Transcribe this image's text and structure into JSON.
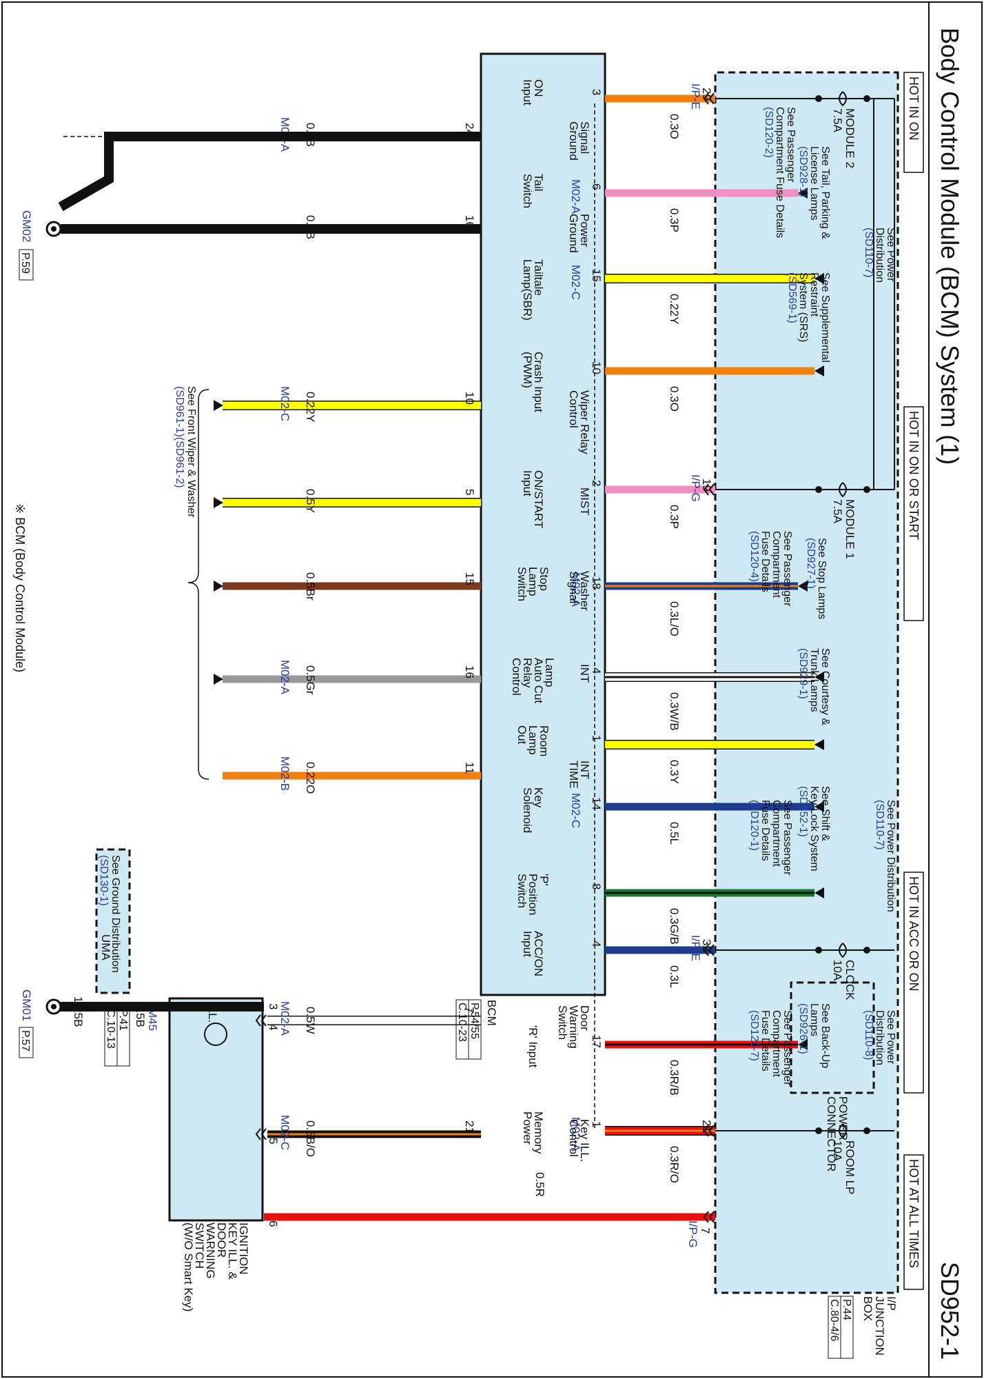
{
  "title": "Body Control Module (BCM) System (1)",
  "page_id": "SD952-1",
  "footnote": "※ BCM (Body Control Module)",
  "hot_labels": [
    "HOT IN ON",
    "HOT IN ON OR START",
    "HOT IN ACC OR ON",
    "HOT AT ALL TIMES"
  ],
  "junction_box": {
    "name": [
      "I/P",
      "JUNCTION",
      "BOX"
    ],
    "ref": [
      "P.44",
      "C.80-4/6"
    ],
    "power_connector": [
      "POWER",
      "CONNECTOR"
    ]
  },
  "bcm": {
    "name": "BCM",
    "ref": [
      "P.54/55",
      "C.10-23"
    ]
  },
  "fuses": [
    {
      "name": "MODULE 2",
      "rating": "7.5A"
    },
    {
      "name": "MODULE 1",
      "rating": "7.5A"
    },
    {
      "name": "CLOCK",
      "rating": "10A"
    },
    {
      "name": "ROOM LP",
      "rating": "10A"
    }
  ],
  "see_refs": [
    {
      "text": [
        "See Power",
        "Distribution"
      ],
      "ref": "(SD110-7)"
    },
    {
      "text": [
        "See Passenger",
        "Compartment Fuse Details"
      ],
      "ref": "(SD120-2)"
    },
    {
      "text": [
        "See Passenger",
        "Compartment",
        "Fuse Details"
      ],
      "ref": "(SD120-4)"
    },
    {
      "text": [
        "See Power Distribution"
      ],
      "ref": "(SD110-7)"
    },
    {
      "text": [
        "See Passenger",
        "Compartment",
        "Fuse Details"
      ],
      "ref": "(SD120-1)"
    },
    {
      "text": [
        "See Power",
        "Distribution"
      ],
      "ref": "(SD110-8)"
    },
    {
      "text": [
        "See Passenger",
        "Compartment",
        "Fuse Details"
      ],
      "ref": "(SD120-7)"
    },
    {
      "text": [
        "See Tail, Parking &",
        "License Lamps"
      ],
      "ref": "(SD928-1)"
    },
    {
      "text": [
        "See Supplemental",
        "Restraint",
        "System (SRS)"
      ],
      "ref": "(SD569-1)"
    },
    {
      "text": [
        "See Stop Lamps"
      ],
      "ref": "(SD927-1)"
    },
    {
      "text": [
        "See Courtesy &",
        "Trunk Lamps"
      ],
      "ref": "(SD929-1)"
    },
    {
      "text": [
        "See Shift &",
        "Key Lock System"
      ],
      "ref": "(SD452-1)"
    },
    {
      "text": [
        "See Back-Up",
        "Lamps"
      ],
      "ref": "(SD926-1)"
    },
    {
      "text": [
        "See Front Wiper & Washer"
      ],
      "ref": "(SD961-1)(SD961-2)"
    },
    {
      "text": [
        "See Ground Distribution"
      ],
      "ref": "(SD130-1)"
    }
  ],
  "upper_pins": [
    {
      "label": [
        "ON",
        "Input"
      ],
      "pin": "3",
      "wire": "0.3O",
      "conn": "",
      "jb_pin": "29",
      "jb_conn": "I/P-E"
    },
    {
      "label": [
        "Tail",
        "Switch"
      ],
      "pin": "6",
      "wire": "0.3P",
      "conn": "M02-A"
    },
    {
      "label": [
        "Tailtale",
        "Lamp(SBR)"
      ],
      "pin": "15",
      "wire": "0.22Y",
      "conn": "M02-C"
    },
    {
      "label": [
        "Crash Input",
        "(PWM)"
      ],
      "pin": "10",
      "wire": "0.3O",
      "conn": ""
    },
    {
      "label": [
        "ON/START",
        "Input"
      ],
      "pin": "2",
      "wire": "0.3P",
      "conn": "",
      "jb_pin": "19",
      "jb_conn": "I/P-G"
    },
    {
      "label": [
        "Stop",
        "Lamp",
        "Switch"
      ],
      "pin": "18",
      "wire": "0.3L/O",
      "conn": "M02-A"
    },
    {
      "label": [
        "Lamp",
        "Auto Cut",
        "Relay",
        "Control"
      ],
      "pin": "4",
      "wire": "0.3W/B",
      "conn": ""
    },
    {
      "label": [
        "Room",
        "Lamp",
        "Out"
      ],
      "pin": "1",
      "wire": "0.3Y",
      "conn": ""
    },
    {
      "label": [
        "Key",
        "Solenoid"
      ],
      "pin": "14",
      "wire": "0.5L",
      "conn": "M02-C"
    },
    {
      "label": [
        "'P'",
        "Position",
        "Switch"
      ],
      "pin": "8",
      "wire": "0.3G/B",
      "conn": ""
    },
    {
      "label": [
        "ACC/ON",
        "Input"
      ],
      "pin": "4",
      "wire": "0.3L",
      "conn": "",
      "jb_pin": "32",
      "jb_conn": "I/P-E"
    },
    {
      "label": [
        "'R' Input"
      ],
      "pin": "17",
      "wire": "0.3R/B",
      "conn": ""
    },
    {
      "label": [
        "Memory",
        "Power"
      ],
      "pin": "1",
      "wire": "0.3R/O",
      "conn": "M02-A",
      "jb_pin": "21",
      "jb_conn": ""
    }
  ],
  "lower_pins": [
    {
      "label": [
        "Signal",
        "Ground"
      ],
      "pin": "24",
      "wire": "0.5B",
      "conn": "M02-A"
    },
    {
      "label": [
        "Power",
        "Ground"
      ],
      "pin": "16",
      "wire": "0.5B",
      "conn": ""
    },
    {
      "label": [
        "Wiper Relay",
        "Control"
      ],
      "pin": "10",
      "wire": "0.22Y",
      "conn": "M02-C"
    },
    {
      "label": [
        "MIST"
      ],
      "pin": "5",
      "wire": "0.5Y",
      "conn": ""
    },
    {
      "label": [
        "Washer",
        "Signal"
      ],
      "pin": "15",
      "wire": "0.5Br",
      "conn": ""
    },
    {
      "label": [
        "INT"
      ],
      "pin": "16",
      "wire": "0.5Gr",
      "conn": "M02-A"
    },
    {
      "label": [
        "INT",
        "TIME"
      ],
      "pin": "11",
      "wire": "0.22O",
      "conn": "M02-B"
    },
    {
      "label": [
        "Door",
        "Warning",
        "Switch"
      ],
      "pin": "7",
      "wire": "0.5W",
      "conn": "M02-A"
    },
    {
      "label": [
        "Key ILL.",
        "Control"
      ],
      "pin": "21",
      "wire": "0.5B/O",
      "conn": "M02-C"
    }
  ],
  "grounds": [
    {
      "name": "GM02",
      "ref": "P.59"
    },
    {
      "name": "GM01",
      "ref": "P.57"
    }
  ],
  "ground_wires": {
    "gm01": "1.25B",
    "uma_to_m45": "0.5B"
  },
  "uma": "UMA",
  "m45_ref": [
    "P.41",
    "C.10-13"
  ],
  "switch": {
    "name": [
      "IGNITION",
      "KEY ILL. &",
      "DOOR",
      "WARNING",
      "SWITCH",
      "(W/O Smart Key)"
    ],
    "ill": "ILL.",
    "conn": "M45",
    "pins": [
      "3",
      "4",
      "5",
      "6"
    ]
  },
  "bottom_wire": {
    "wire": "0.5R",
    "jb_pin": "7",
    "jb_conn": "I/P-G"
  },
  "colors": {
    "O": "#f08010",
    "P": "#ef8ec0",
    "Y": "#ffff00",
    "LO_base": "#1d3c8f",
    "WB": "#ffffff",
    "L": "#1d3c8f",
    "GB": "#1a7a30",
    "RB": "#e81010",
    "RO": "#e81010",
    "R": "#e81010",
    "Br": "#7a3a20",
    "Gr": "#999999",
    "W": "#ffffff",
    "BO_base": "#111111",
    "box": "#cfe9f3"
  }
}
